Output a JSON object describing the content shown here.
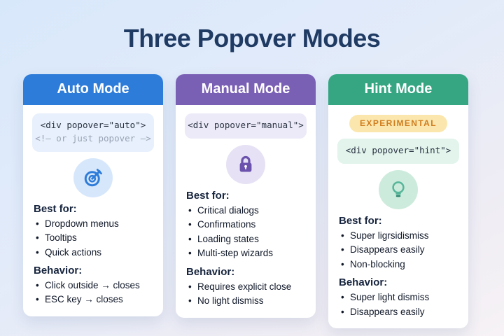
{
  "page": {
    "title": "Three Popover Modes"
  },
  "cards": [
    {
      "id": "auto",
      "title": "Auto Mode",
      "icon": "target-icon",
      "code_lines": [
        "<div popover=\"auto\">",
        "<!– or just popover –>"
      ],
      "best_for_label": "Best for:",
      "best_for": [
        "Dropdown menus",
        "Tooltips",
        "Quick actions"
      ],
      "behavior_label": "Behavior:",
      "behavior": [
        "Click outside → closes",
        "ESC key → closes"
      ],
      "colors": {
        "header": "#2e7cd9",
        "code_bg": "#e7f0fc",
        "icon_bg": "#d7e7fb",
        "icon": "#2e7cd9"
      }
    },
    {
      "id": "manual",
      "title": "Manual Mode",
      "icon": "lock-icon",
      "code_lines": [
        "<div popover=\"manual\">"
      ],
      "best_for_label": "Best for:",
      "best_for": [
        "Critical dialogs",
        "Confirmations",
        "Loading states",
        "Multi-step wizards"
      ],
      "behavior_label": "Behavior:",
      "behavior": [
        "Requires explicit close",
        "No light dismiss"
      ],
      "colors": {
        "header": "#7a60b5",
        "code_bg": "#eceaf8",
        "icon_bg": "#e6e1f4",
        "icon": "#6b53ad"
      }
    },
    {
      "id": "hint",
      "title": "Hint Mode",
      "icon": "lightbulb-icon",
      "badge": "EXPERIMENTAL",
      "badge_colors": {
        "bg": "#fbe7ae",
        "text": "#d07d1e"
      },
      "code_lines": [
        "<div popover=\"hint\">"
      ],
      "best_for_label": "Best for:",
      "best_for": [
        "Super ligrsidismiss",
        "Disappears easily",
        "Non-blocking"
      ],
      "behavior_label": "Behavior:",
      "behavior": [
        "Super light dismiss",
        "Disappears easily"
      ],
      "colors": {
        "header": "#36a682",
        "code_bg": "#e2f4ec",
        "icon_bg": "#cdebdc",
        "icon": "#56b598"
      }
    }
  ]
}
